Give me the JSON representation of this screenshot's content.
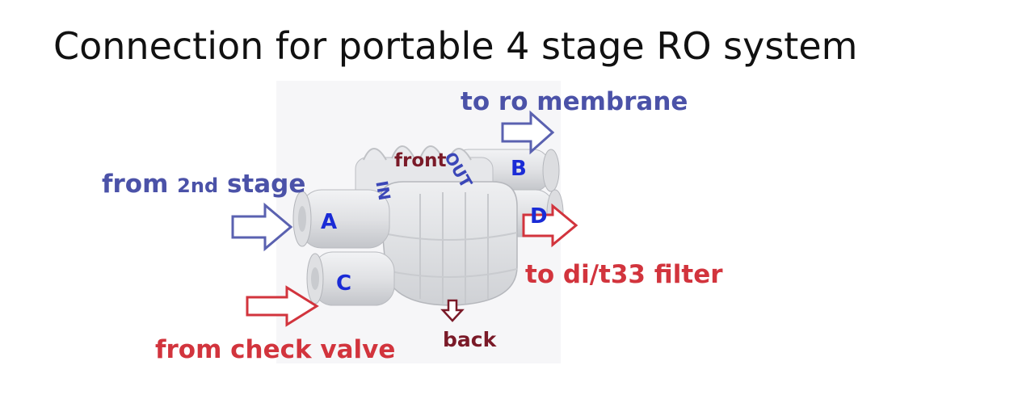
{
  "title": "Connection for portable 4 stage RO system",
  "labels": {
    "to_ro_membrane": "to ro membrane",
    "from": "from",
    "second_stage_num": "2nd",
    "stage": "stage",
    "to_di_filter": "to di/t33 filter",
    "from_check_valve": "from check valve",
    "front": "front",
    "back": "back",
    "in": "IN",
    "out": "OUT"
  },
  "ports": {
    "a": "A",
    "b": "B",
    "c": "C",
    "d": "D"
  },
  "colors": {
    "blue": "#4b52a8",
    "red": "#d2343d",
    "maroon": "#7a1a28",
    "port": "#1a2bd6",
    "valve_body": "#e2e3e6"
  },
  "icons": [
    "arrow-right-icon",
    "arrow-down-icon"
  ]
}
